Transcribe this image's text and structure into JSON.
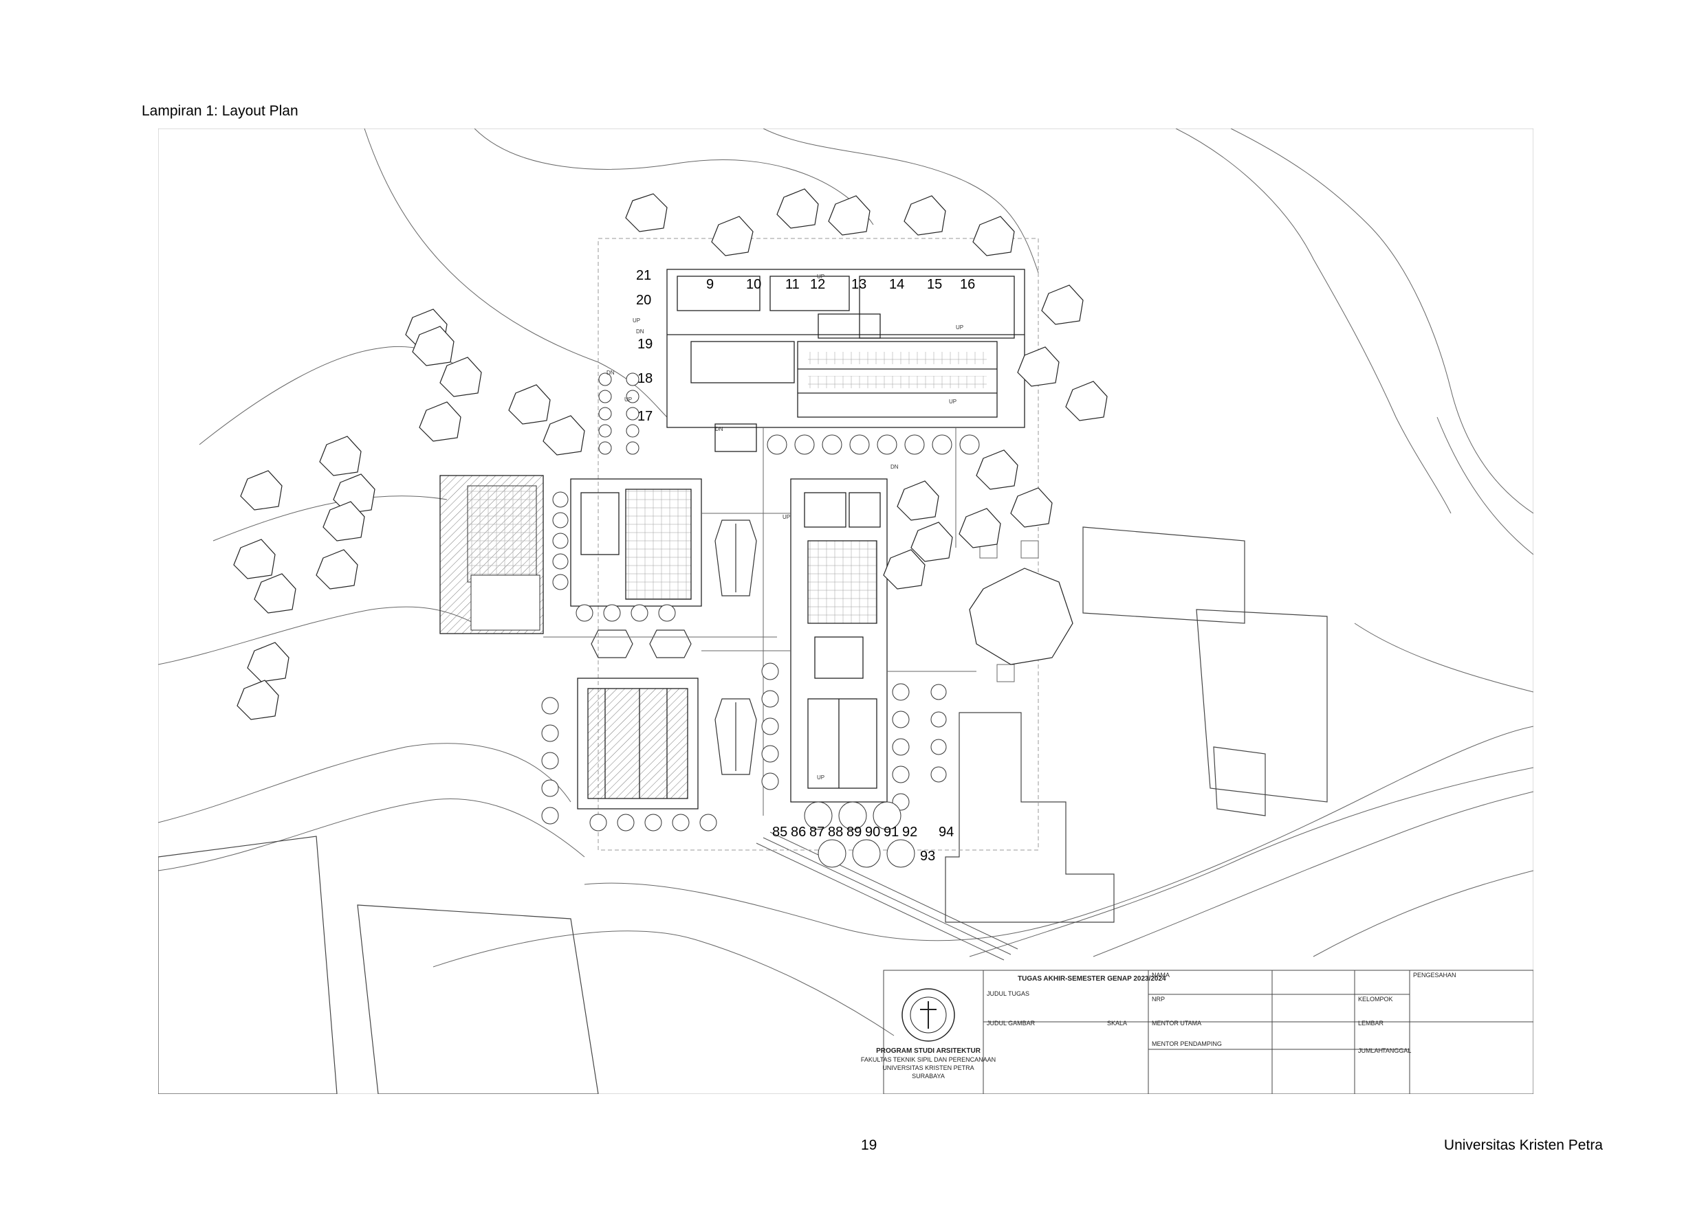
{
  "page": {
    "caption": "Lampiran 1: Layout Plan",
    "page_number": "19",
    "institution": "Universitas Kristen Petra"
  },
  "plan_labels": {
    "room_numbers_top": [
      "9",
      "10",
      "11",
      "12",
      "13",
      "14",
      "15",
      "16"
    ],
    "room_numbers_left": [
      "21",
      "20",
      "19",
      "18",
      "17"
    ],
    "room_numbers_bottom": [
      "85",
      "86",
      "87",
      "88",
      "89",
      "90",
      "91",
      "92",
      "94"
    ],
    "room_number_extra": "93",
    "stair_up": "UP",
    "stair_down": "DN"
  },
  "title_block": {
    "heading": "TUGAS AKHIR-SEMESTER GENAP 2023/2024",
    "program": "PROGRAM STUDI ARSITEKTUR",
    "faculty": "FAKULTAS TEKNIK SIPIL DAN PERENCANAAN",
    "university": "UNIVERSITAS KRISTEN PETRA",
    "city": "SURABAYA",
    "judul_tugas": "JUDUL TUGAS",
    "judul_gambar": "JUDUL GAMBAR",
    "skala": "SKALA",
    "nama": "NAMA",
    "nrp": "NRP",
    "mentor_utama": "MENTOR UTAMA",
    "mentor_pendamping": "MENTOR PENDAMPING",
    "pengesahan": "PENGESAHAN",
    "kelompok": "KELOMPOK",
    "lembar": "LEMBAR",
    "jumlah": "JUMLAH",
    "tanggal": "TANGGAL"
  }
}
